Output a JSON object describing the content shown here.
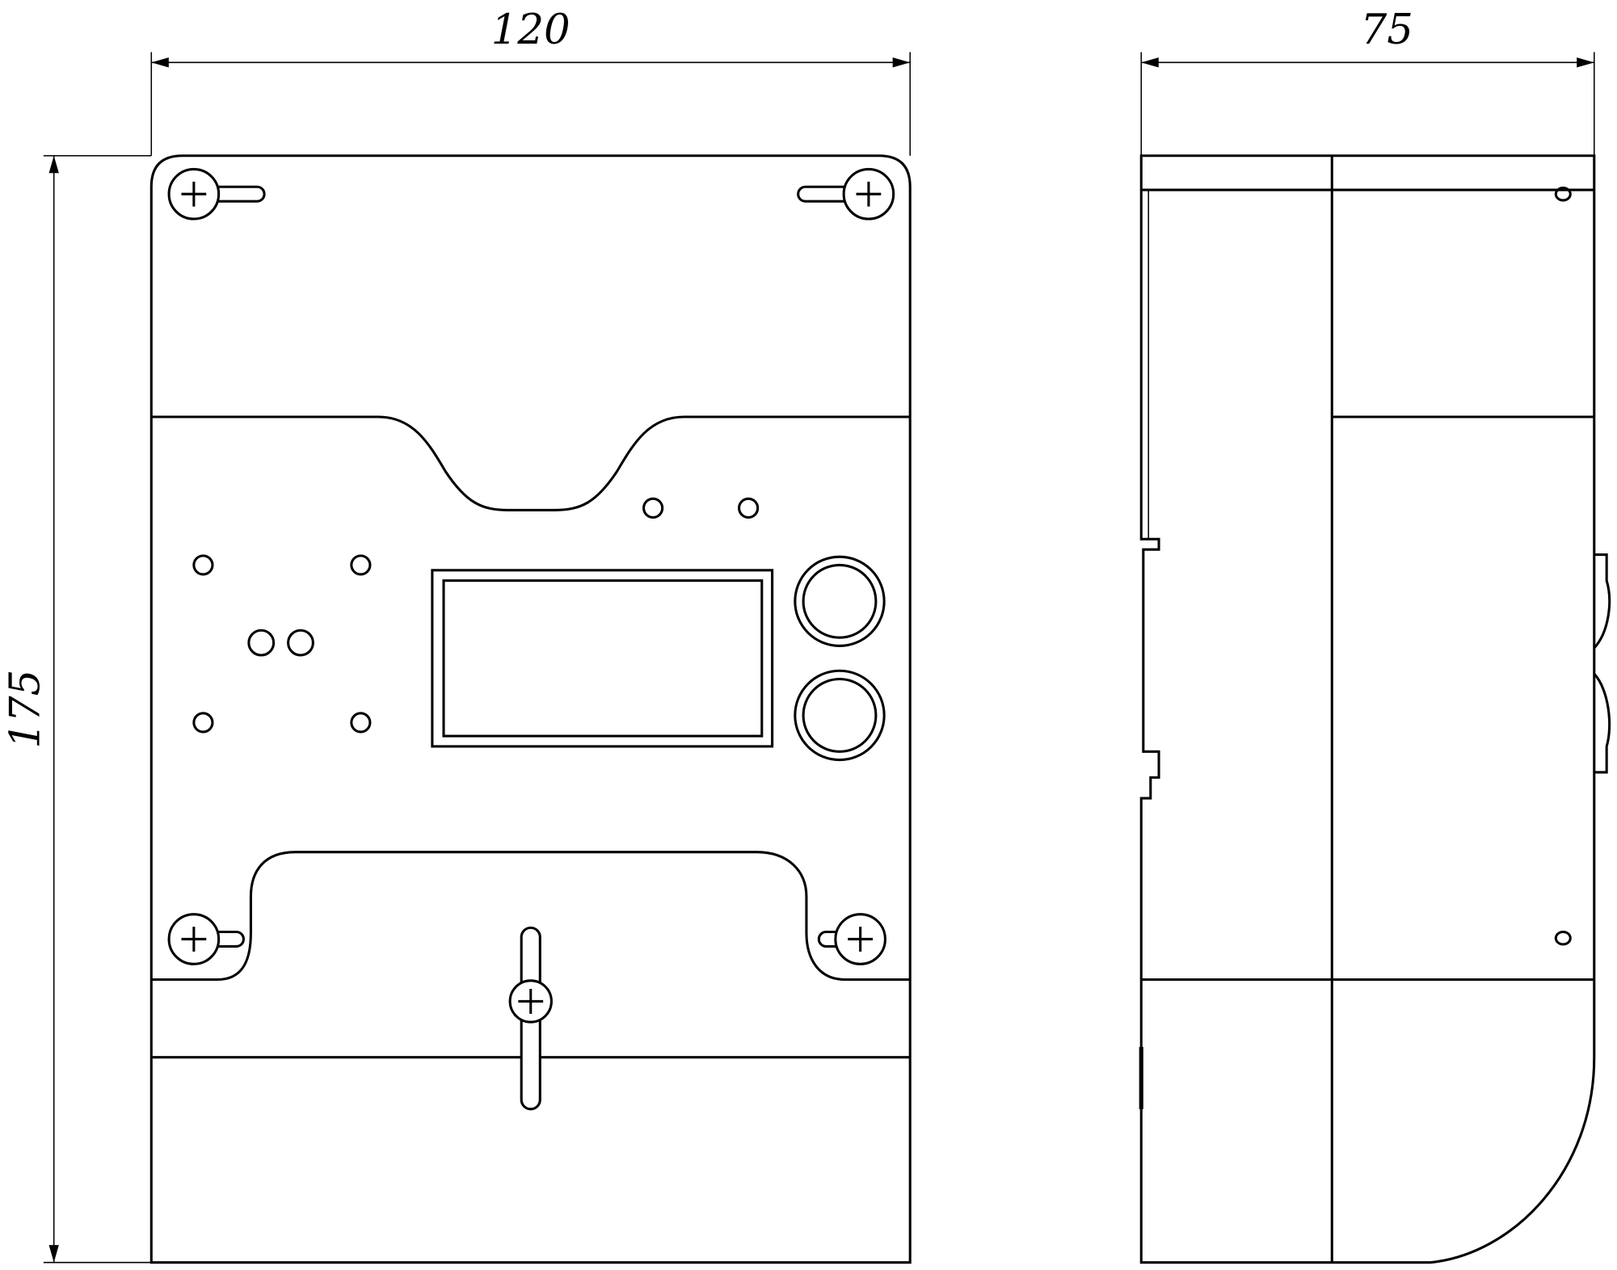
{
  "drawing": {
    "front_view": {
      "width_label": "120",
      "height_label": "175"
    },
    "side_view": {
      "depth_label": "75"
    },
    "line_color": "#000000",
    "background": "#ffffff"
  }
}
